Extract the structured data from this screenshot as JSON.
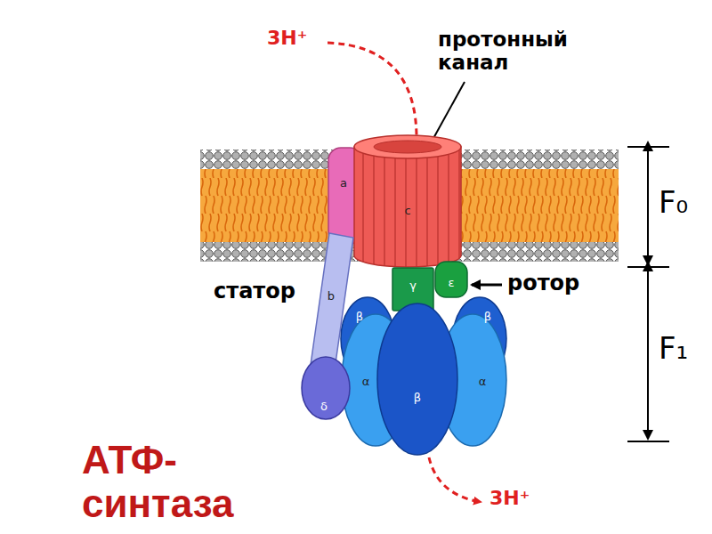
{
  "diagram": {
    "title": "АТФ-синтаза",
    "nodes": [
      {
        "text": [
          "a"
        ]
      },
      {
        "text": [
          "c"
        ]
      },
      {
        "text": [
          "b"
        ]
      },
      {
        "text": [
          "γ"
        ]
      },
      {
        "text": [
          "ε"
        ]
      },
      {
        "text": [
          "β"
        ]
      },
      {
        "text": [
          "β"
        ]
      },
      {
        "text": [
          "α"
        ]
      },
      {
        "text": [
          "α"
        ]
      },
      {
        "text": [
          "β"
        ]
      },
      {
        "text": [
          "δ"
        ]
      }
    ],
    "labels": [
      "3H⁺",
      "протонный канал",
      "статор",
      "ротор",
      "F₀",
      "F₁",
      "3H⁺"
    ]
  }
}
